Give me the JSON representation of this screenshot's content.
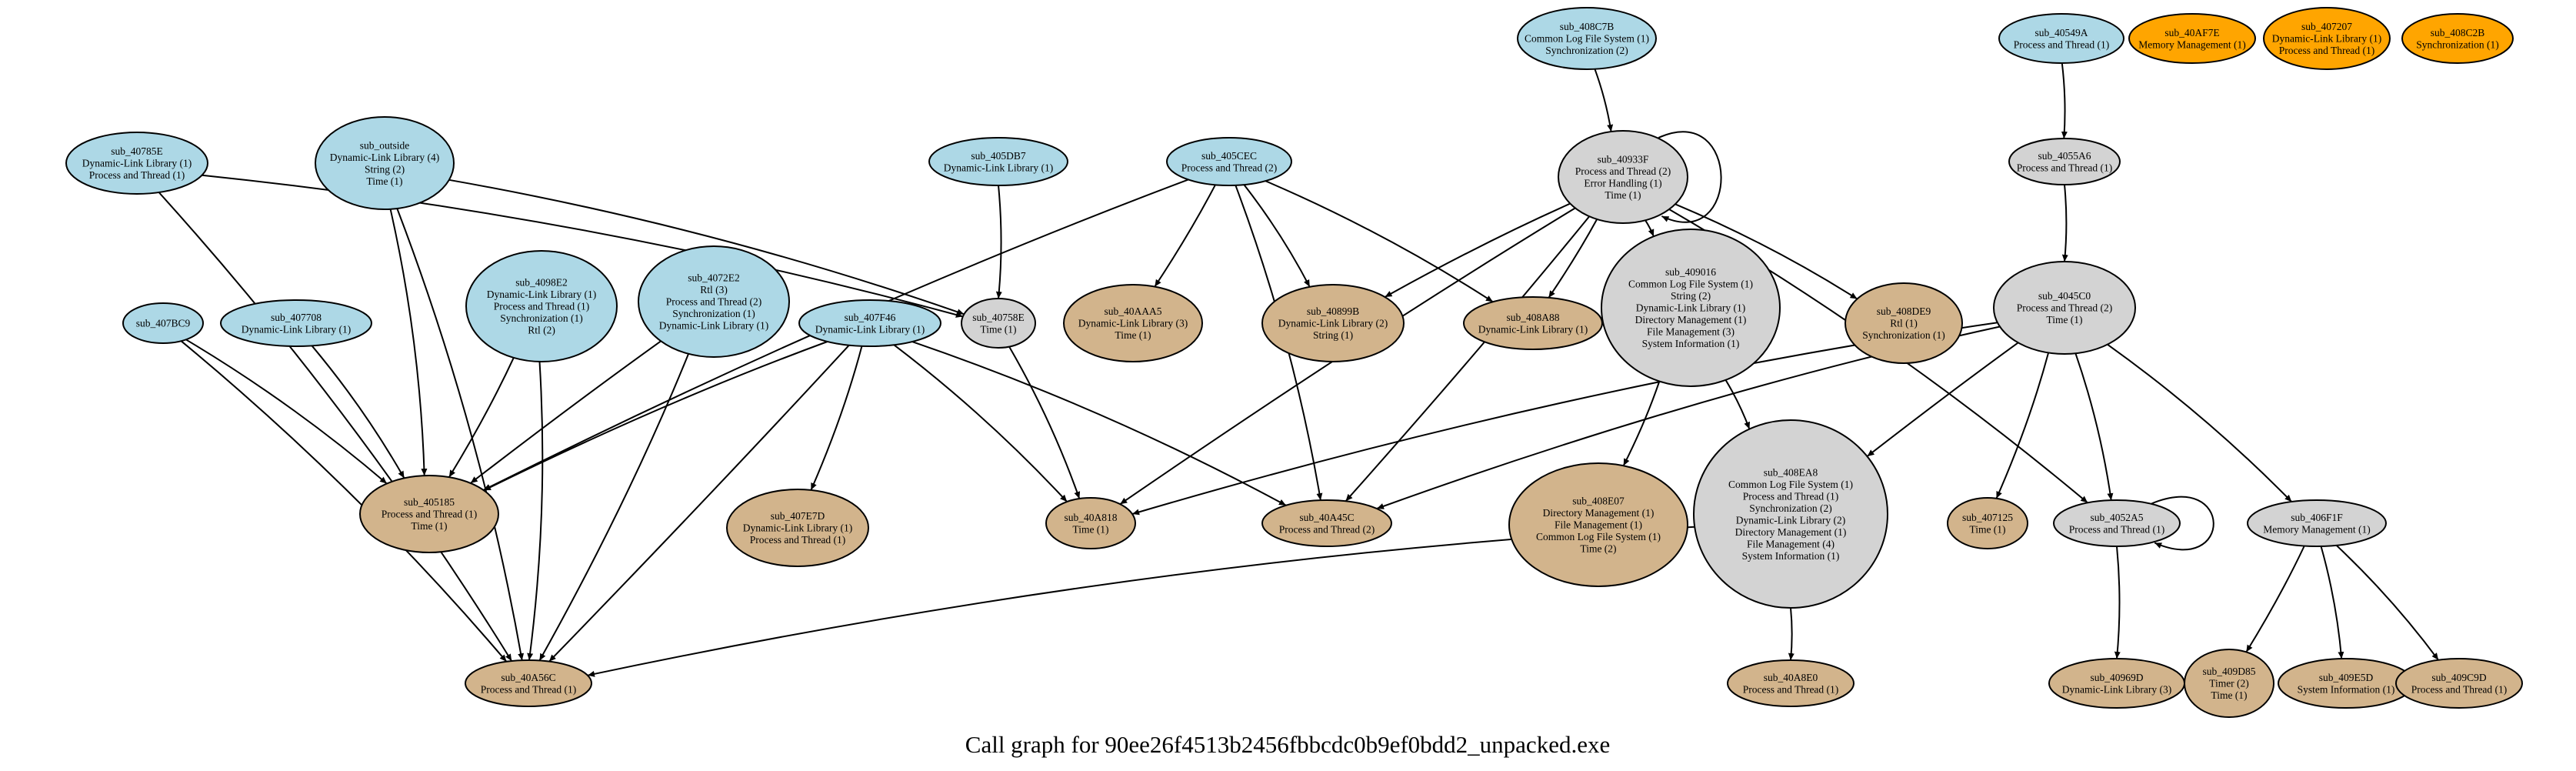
{
  "caption": "Call graph for 90ee26f4513b2456fbbcdc0b9ef0bdd2_unpacked.exe",
  "colors": {
    "entry": "#add8e6",
    "internal": "#d3d3d3",
    "leaf": "#d2b48c",
    "isolated": "#ffa500",
    "stroke": "#000000"
  },
  "nodes": [
    {
      "id": "sub_408C7B",
      "kind": "entry",
      "lines": [
        "sub_408C7B",
        "Common Log File System (1)",
        "Synchronization (2)"
      ]
    },
    {
      "id": "sub_40549A",
      "kind": "entry",
      "lines": [
        "sub_40549A",
        "Process and Thread (1)"
      ]
    },
    {
      "id": "sub_40AF7E",
      "kind": "isolated",
      "lines": [
        "sub_40AF7E",
        "Memory Management (1)"
      ]
    },
    {
      "id": "sub_407207",
      "kind": "isolated",
      "lines": [
        "sub_407207",
        "Dynamic-Link Library (1)",
        "Process and Thread (1)"
      ]
    },
    {
      "id": "sub_408C2B",
      "kind": "isolated",
      "lines": [
        "sub_408C2B",
        "Synchronization (1)"
      ]
    },
    {
      "id": "sub_40785E",
      "kind": "entry",
      "lines": [
        "sub_40785E",
        "Dynamic-Link Library (1)",
        "Process and Thread (1)"
      ]
    },
    {
      "id": "sub_outside",
      "kind": "entry",
      "lines": [
        "sub_outside",
        "Dynamic-Link Library (4)",
        "String (2)",
        "Time (1)"
      ]
    },
    {
      "id": "sub_405DB7",
      "kind": "entry",
      "lines": [
        "sub_405DB7",
        "Dynamic-Link Library (1)"
      ]
    },
    {
      "id": "sub_405CEC",
      "kind": "entry",
      "lines": [
        "sub_405CEC",
        "Process and Thread (2)"
      ]
    },
    {
      "id": "sub_40933F",
      "kind": "internal",
      "lines": [
        "sub_40933F",
        "Process and Thread (2)",
        "Error Handling (1)",
        "Time (1)"
      ]
    },
    {
      "id": "sub_4055A6",
      "kind": "internal",
      "lines": [
        "sub_4055A6",
        "Process and Thread (1)"
      ]
    },
    {
      "id": "sub_4098E2",
      "kind": "entry",
      "lines": [
        "sub_4098E2",
        "Dynamic-Link Library (1)",
        "Process and Thread (1)",
        "Synchronization (1)",
        "Rtl (2)"
      ]
    },
    {
      "id": "sub_4072E2",
      "kind": "entry",
      "lines": [
        "sub_4072E2",
        "Rtl (3)",
        "Process and Thread (2)",
        "Synchronization (1)",
        "Dynamic-Link Library (1)"
      ]
    },
    {
      "id": "sub_407BC9",
      "kind": "entry",
      "lines": [
        "sub_407BC9"
      ]
    },
    {
      "id": "sub_407708",
      "kind": "entry",
      "lines": [
        "sub_407708",
        "Dynamic-Link Library (1)"
      ]
    },
    {
      "id": "sub_407F46",
      "kind": "entry",
      "lines": [
        "sub_407F46",
        "Dynamic-Link Library (1)"
      ]
    },
    {
      "id": "sub_40758E",
      "kind": "internal",
      "lines": [
        "sub_40758E",
        "Time (1)"
      ]
    },
    {
      "id": "sub_40AAA5",
      "kind": "leaf",
      "lines": [
        "sub_40AAA5",
        "Dynamic-Link Library (3)",
        "Time (1)"
      ]
    },
    {
      "id": "sub_40899B",
      "kind": "leaf",
      "lines": [
        "sub_40899B",
        "Dynamic-Link Library (2)",
        "String (1)"
      ]
    },
    {
      "id": "sub_408A88",
      "kind": "leaf",
      "lines": [
        "sub_408A88",
        "Dynamic-Link Library (1)"
      ]
    },
    {
      "id": "sub_409016",
      "kind": "internal",
      "lines": [
        "sub_409016",
        "Common Log File System (1)",
        "String (2)",
        "Dynamic-Link Library (1)",
        "Directory Management (1)",
        "File Management (3)",
        "System Information (1)"
      ]
    },
    {
      "id": "sub_408DE9",
      "kind": "leaf",
      "lines": [
        "sub_408DE9",
        "Rtl (1)",
        "Synchronization (1)"
      ]
    },
    {
      "id": "sub_4045C0",
      "kind": "internal",
      "lines": [
        "sub_4045C0",
        "Process and Thread (2)",
        "Time (1)"
      ]
    },
    {
      "id": "sub_405185",
      "kind": "leaf",
      "lines": [
        "sub_405185",
        "Process and Thread (1)",
        "Time (1)"
      ]
    },
    {
      "id": "sub_407E7D",
      "kind": "leaf",
      "lines": [
        "sub_407E7D",
        "Dynamic-Link Library (1)",
        "Process and Thread (1)"
      ]
    },
    {
      "id": "sub_40A818",
      "kind": "leaf",
      "lines": [
        "sub_40A818",
        "Time (1)"
      ]
    },
    {
      "id": "sub_40A45C",
      "kind": "leaf",
      "lines": [
        "sub_40A45C",
        "Process and Thread (2)"
      ]
    },
    {
      "id": "sub_408E07",
      "kind": "leaf",
      "lines": [
        "sub_408E07",
        "Directory Management (1)",
        "File Management (1)",
        "Common Log File System (1)",
        "Time (2)"
      ]
    },
    {
      "id": "sub_408EA8",
      "kind": "internal",
      "lines": [
        "sub_408EA8",
        "Common Log File System (1)",
        "Process and Thread (1)",
        "Synchronization (2)",
        "Dynamic-Link Library (2)",
        "Directory Management (1)",
        "File Management (4)",
        "System Information (1)"
      ]
    },
    {
      "id": "sub_407125",
      "kind": "leaf",
      "lines": [
        "sub_407125",
        "Time (1)"
      ]
    },
    {
      "id": "sub_4052A5",
      "kind": "internal",
      "lines": [
        "sub_4052A5",
        "Process and Thread (1)"
      ]
    },
    {
      "id": "sub_406F1F",
      "kind": "internal",
      "lines": [
        "sub_406F1F",
        "Memory Management (1)"
      ]
    },
    {
      "id": "sub_40A56C",
      "kind": "leaf",
      "lines": [
        "sub_40A56C",
        "Process and Thread (1)"
      ]
    },
    {
      "id": "sub_40A8E0",
      "kind": "leaf",
      "lines": [
        "sub_40A8E0",
        "Process and Thread (1)"
      ]
    },
    {
      "id": "sub_40969D",
      "kind": "leaf",
      "lines": [
        "sub_40969D",
        "Dynamic-Link Library (3)"
      ]
    },
    {
      "id": "sub_409D85",
      "kind": "leaf",
      "lines": [
        "sub_409D85",
        "Timer (2)",
        "Time (1)"
      ]
    },
    {
      "id": "sub_409E5D",
      "kind": "leaf",
      "lines": [
        "sub_409E5D",
        "System Information (1)"
      ]
    },
    {
      "id": "sub_409C9D",
      "kind": "leaf",
      "lines": [
        "sub_409C9D",
        "Process and Thread (1)"
      ]
    }
  ],
  "edges": [
    [
      "sub_408C7B",
      "sub_40933F"
    ],
    [
      "sub_40549A",
      "sub_4055A6"
    ],
    [
      "sub_4055A6",
      "sub_4045C0"
    ],
    [
      "sub_40785E",
      "sub_40758E"
    ],
    [
      "sub_40785E",
      "sub_40A56C"
    ],
    [
      "sub_outside",
      "sub_40758E"
    ],
    [
      "sub_outside",
      "sub_405185"
    ],
    [
      "sub_outside",
      "sub_40A56C"
    ],
    [
      "sub_405DB7",
      "sub_40758E"
    ],
    [
      "sub_405CEC",
      "sub_405185"
    ],
    [
      "sub_405CEC",
      "sub_40AAA5"
    ],
    [
      "sub_405CEC",
      "sub_40899B"
    ],
    [
      "sub_405CEC",
      "sub_408A88"
    ],
    [
      "sub_405CEC",
      "sub_40A45C"
    ],
    [
      "sub_40933F",
      "sub_40933F"
    ],
    [
      "sub_40933F",
      "sub_40899B"
    ],
    [
      "sub_40933F",
      "sub_408A88"
    ],
    [
      "sub_40933F",
      "sub_409016"
    ],
    [
      "sub_40933F",
      "sub_408DE9"
    ],
    [
      "sub_40933F",
      "sub_40A818"
    ],
    [
      "sub_40933F",
      "sub_40A45C"
    ],
    [
      "sub_40933F",
      "sub_4052A5"
    ],
    [
      "sub_409016",
      "sub_408E07"
    ],
    [
      "sub_409016",
      "sub_408EA8"
    ],
    [
      "sub_4098E2",
      "sub_405185"
    ],
    [
      "sub_4098E2",
      "sub_40A56C"
    ],
    [
      "sub_4072E2",
      "sub_405185"
    ],
    [
      "sub_4072E2",
      "sub_40A56C"
    ],
    [
      "sub_407BC9",
      "sub_405185"
    ],
    [
      "sub_407BC9",
      "sub_40A56C"
    ],
    [
      "sub_407708",
      "sub_405185"
    ],
    [
      "sub_407F46",
      "sub_405185"
    ],
    [
      "sub_407F46",
      "sub_407E7D"
    ],
    [
      "sub_407F46",
      "sub_40A818"
    ],
    [
      "sub_407F46",
      "sub_40A45C"
    ],
    [
      "sub_407F46",
      "sub_40A56C"
    ],
    [
      "sub_40758E",
      "sub_40A818"
    ],
    [
      "sub_4045C0",
      "sub_40A818"
    ],
    [
      "sub_4045C0",
      "sub_40A45C"
    ],
    [
      "sub_4045C0",
      "sub_408EA8"
    ],
    [
      "sub_4045C0",
      "sub_407125"
    ],
    [
      "sub_4045C0",
      "sub_4052A5"
    ],
    [
      "sub_4045C0",
      "sub_406F1F"
    ],
    [
      "sub_4052A5",
      "sub_4052A5"
    ],
    [
      "sub_4052A5",
      "sub_40969D"
    ],
    [
      "sub_406F1F",
      "sub_409D85"
    ],
    [
      "sub_406F1F",
      "sub_409E5D"
    ],
    [
      "sub_406F1F",
      "sub_409C9D"
    ],
    [
      "sub_408EA8",
      "sub_40A56C"
    ],
    [
      "sub_408EA8",
      "sub_40A8E0"
    ]
  ]
}
